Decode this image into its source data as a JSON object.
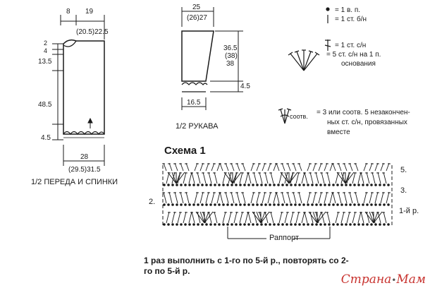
{
  "front_back": {
    "dims": {
      "top_a": "8",
      "top_b": "19",
      "shoulder": "(20.5)22.5",
      "left_1": "2",
      "left_2": "4",
      "left_3": "13.5",
      "left_4": "48.5",
      "left_5": "4.5",
      "bottom_a": "28",
      "bottom_b": "(29.5)31.5"
    },
    "caption": "1/2 ПЕРЕДА И СПИНКИ"
  },
  "sleeve": {
    "dims": {
      "top_a": "25",
      "top_b": "(26)27",
      "side_1": "36.5",
      "side_2": "(38)",
      "side_3": "38",
      "cuff": "4.5",
      "bottom": "16.5"
    },
    "caption": "1/2 РУКАВА"
  },
  "legend": {
    "ch": "= 1 в. п.",
    "sc": "= 1 ст. б/н",
    "dc": "= 1 ст. с/н",
    "shell": "= 5 ст. с/н на 1 п.",
    "shell_2": "основания",
    "cluster_tag": "соотв.",
    "cluster": "= 3 или соотв. 5 незакончен-",
    "cluster_2": "ных ст. с/н, провязанных",
    "cluster_3": "вместе"
  },
  "scheme": {
    "title": "Схема 1",
    "row_5": "5.",
    "row_3": "3.",
    "row_2": "2.",
    "row_1": "1-й р.",
    "repeat": "Раппорт"
  },
  "instructions": "1 раз выполнить с 1-го по 5-й р., повторять со 2-го по 5-й р.",
  "watermark": {
    "prefix": "Страна",
    "suffix": "Мам"
  }
}
